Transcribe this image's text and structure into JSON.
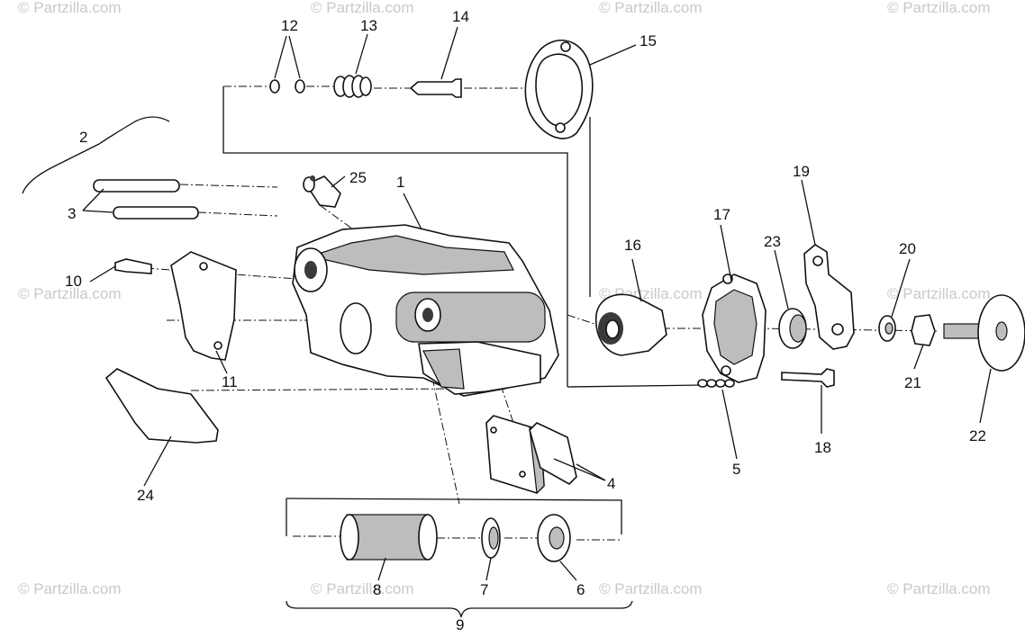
{
  "watermark": {
    "text": "© Partzilla.com"
  },
  "callouts": {
    "c1": "1",
    "c2": "2",
    "c3": "3",
    "c4": "4",
    "c5": "5",
    "c6": "6",
    "c7": "7",
    "c8": "8",
    "c9": "9",
    "c10": "10",
    "c11": "11",
    "c12": "12",
    "c13": "13",
    "c14": "14",
    "c15": "15",
    "c16": "16",
    "c17": "17",
    "c18": "18",
    "c19": "19",
    "c20": "20",
    "c21": "21",
    "c22": "22",
    "c23": "23",
    "c24": "24",
    "c25": "25"
  }
}
